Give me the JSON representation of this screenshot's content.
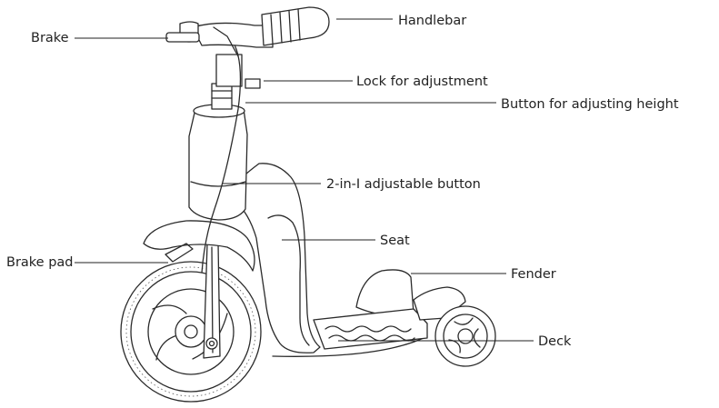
{
  "labels": {
    "handlebar": "Handlebar",
    "brake": "Brake",
    "lock": "Lock for adjustment",
    "height_button": "Button for adjusting height",
    "adjustable_button": "2-in-I adjustable button",
    "seat": "Seat",
    "brake_pad": "Brake pad",
    "fender": "Fender",
    "deck": "Deck"
  },
  "colors": {
    "ink": "#2b2b2b",
    "text": "#222222",
    "background": "#ffffff"
  }
}
